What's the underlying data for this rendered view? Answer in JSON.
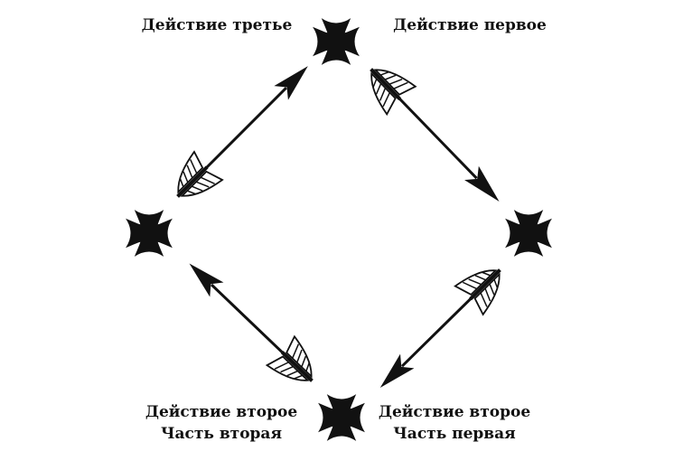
{
  "labels": {
    "act_third": "Действие третье",
    "act_first": "Действие первое",
    "act_second_part2": {
      "line1": "Действие второе",
      "line2": "Часть вторая"
    },
    "act_second_part1": {
      "line1": "Действие второе",
      "line2": "Часть первая"
    }
  },
  "icons": [
    "cross-icon-top",
    "cross-icon-right",
    "cross-icon-bottom",
    "cross-icon-left"
  ],
  "colors": {
    "ink": "#111111",
    "paper": "#ffffff"
  }
}
